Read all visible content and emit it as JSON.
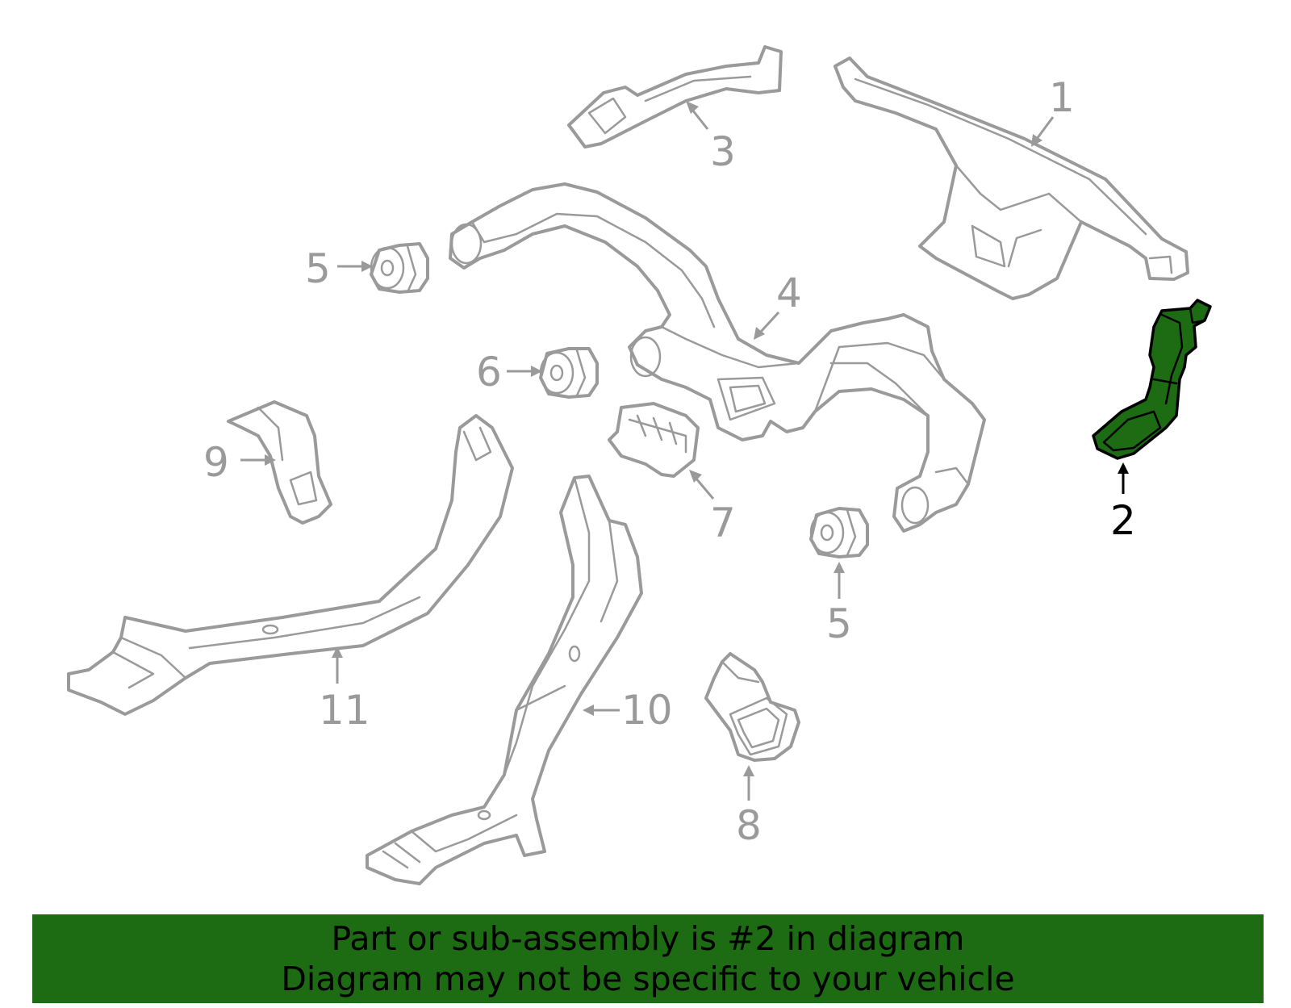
{
  "callouts": {
    "p1": "1",
    "p2": "2",
    "p3": "3",
    "p4": "4",
    "p5a": "5",
    "p5b": "5",
    "p6": "6",
    "p7": "7",
    "p8": "8",
    "p9": "9",
    "p10": "10",
    "p11": "11"
  },
  "banner": {
    "line1": "Part or sub-assembly is #2 in diagram",
    "line2": "Diagram may not be specific to your vehicle"
  },
  "colors": {
    "highlight": "#1d6b13",
    "outline": "#9a9a9a",
    "banner": "#1d6b13"
  }
}
